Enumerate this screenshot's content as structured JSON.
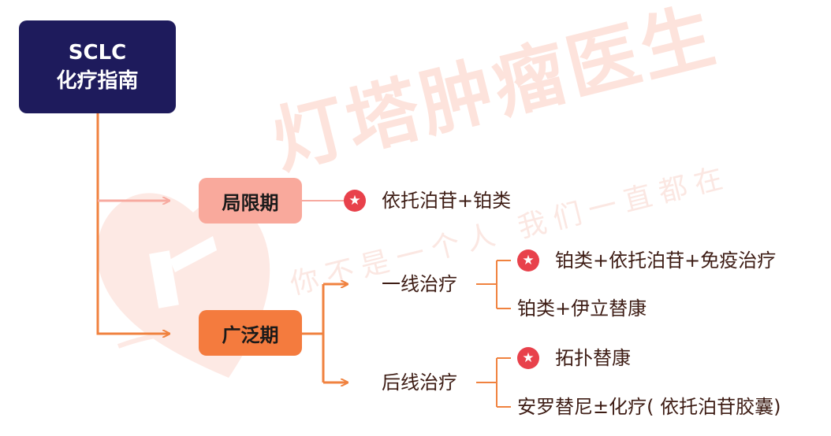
{
  "watermark": {
    "title": "灯塔肿瘤医生",
    "subtitle": "你不是一个人 我们一直都在"
  },
  "root": {
    "line1": "SCLC",
    "line2": "化疗指南"
  },
  "limited_stage": {
    "label": "局限期",
    "regimen": {
      "starred": true,
      "text": "依托泊苷+铂类"
    }
  },
  "extensive_stage": {
    "label": "广泛期",
    "first_line": {
      "label": "一线治疗",
      "regimens": [
        {
          "starred": true,
          "text": "铂类+依托泊苷+免疫治疗"
        },
        {
          "starred": false,
          "text": "铂类+伊立替康"
        }
      ]
    },
    "later_line": {
      "label": "后线治疗",
      "regimens": [
        {
          "starred": true,
          "text": "拓扑替康"
        },
        {
          "starred": false,
          "text": "安罗替尼±化疗( 依托泊苷胶囊)"
        }
      ]
    }
  },
  "colors": {
    "root_bg": "#1e1b5c",
    "limited_bg": "#f9a99c",
    "extensive_bg": "#f47b3e",
    "connector": "#f0823f",
    "connector_light": "#f7aaa0",
    "star": "#e8414b",
    "text": "#3d1c14"
  },
  "icons": {
    "recommended": "star-badge-icon",
    "watermark_logo": "lighthouse-heart-logo"
  }
}
